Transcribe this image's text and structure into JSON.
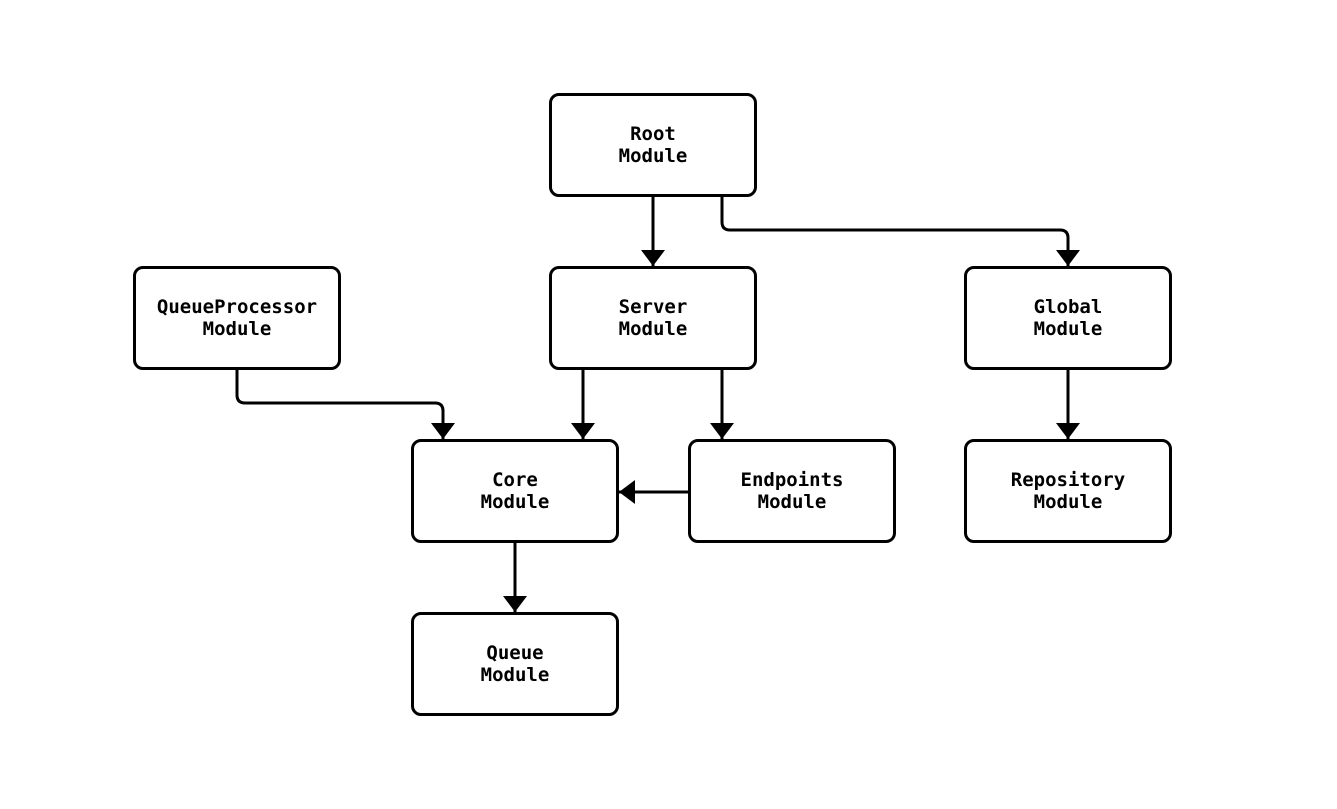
{
  "diagram": {
    "type": "flowchart",
    "direction": "top-down",
    "background_color": "#ffffff",
    "node_style": {
      "fill": "#ffffff",
      "border_color": "#000000",
      "text_color": "#000000",
      "shape": "rounded-rectangle"
    },
    "edge_style": {
      "color": "#000000",
      "arrowhead": "filled-triangle"
    },
    "nodes": [
      {
        "id": "root",
        "label": "Root\nModule"
      },
      {
        "id": "queueprocessor",
        "label": "QueueProcessor\nModule"
      },
      {
        "id": "server",
        "label": "Server\nModule"
      },
      {
        "id": "global",
        "label": "Global\nModule"
      },
      {
        "id": "core",
        "label": "Core\nModule"
      },
      {
        "id": "endpoints",
        "label": "Endpoints\nModule"
      },
      {
        "id": "repository",
        "label": "Repository\nModule"
      },
      {
        "id": "queue",
        "label": "Queue\nModule"
      }
    ],
    "edges": [
      {
        "from": "root",
        "to": "server"
      },
      {
        "from": "root",
        "to": "global"
      },
      {
        "from": "queueprocessor",
        "to": "core"
      },
      {
        "from": "server",
        "to": "core"
      },
      {
        "from": "server",
        "to": "endpoints"
      },
      {
        "from": "endpoints",
        "to": "core"
      },
      {
        "from": "global",
        "to": "repository"
      },
      {
        "from": "core",
        "to": "queue"
      }
    ]
  }
}
